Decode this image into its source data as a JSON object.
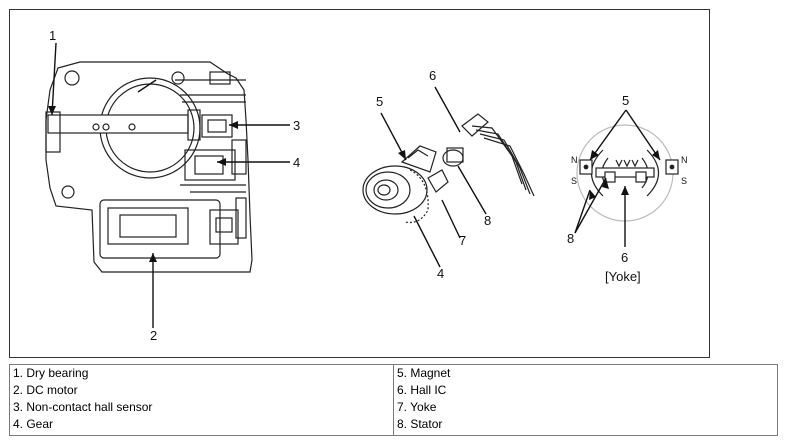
{
  "figure": {
    "callouts": [
      "1",
      "2",
      "3",
      "4",
      "5",
      "6",
      "7",
      "8",
      "5",
      "6",
      "8"
    ],
    "pole_labels": {
      "north_left": "N",
      "north_right": "N",
      "south_left": "S",
      "south_right": "S"
    },
    "yoke_caption": "[Yoke]"
  },
  "legend": {
    "left": [
      "1. Dry bearing",
      "2. DC motor",
      "3. Non-contact hall sensor",
      "4. Gear"
    ],
    "right": [
      "5. Magnet",
      "6. Hall IC",
      "7. Yoke",
      "8. Stator"
    ]
  }
}
